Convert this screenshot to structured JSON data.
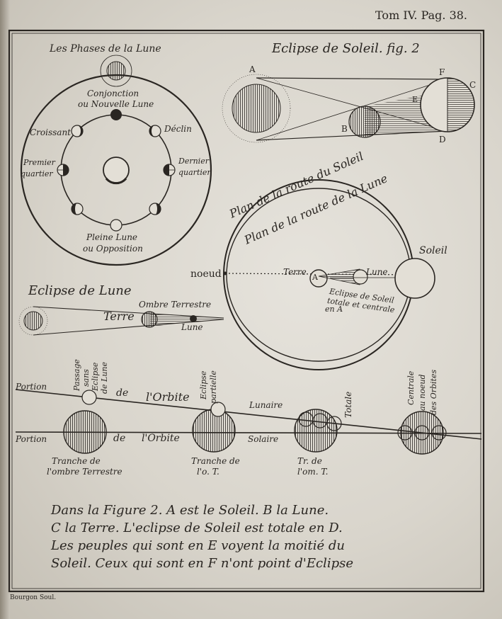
{
  "header": {
    "page_ref": "Tom IV. Pag. 38."
  },
  "phases": {
    "title": "Les Phases de la Lune",
    "conjunction_1": "Conjonction",
    "conjunction_2": "ou Nouvelle Lune",
    "croissant": "Croissant",
    "declin": "Déclin",
    "premier_1": "Premier",
    "premier_2": "quartier",
    "dernier_1": "Dernier",
    "dernier_2": "quartier",
    "pleine_1": "Pleine Lune",
    "pleine_2": "ou Opposition"
  },
  "solar_eclipse": {
    "title": "Eclipse de Soleil. fig. 2",
    "points": {
      "a": "A",
      "b": "B",
      "c": "C",
      "d": "D",
      "e": "E",
      "f": "F"
    }
  },
  "planes": {
    "soleil_route": "Plan de la route du Soleil",
    "lune_route": "Plan de la route de la Lune",
    "soleil": "Soleil",
    "noeud": "noeud",
    "terre": "Terre",
    "a": "A",
    "lune": "Lune",
    "note_1": "Eclipse de Soleil",
    "note_2": "totale et centrale",
    "note_3": "en A"
  },
  "lunar_eclipse": {
    "title": "Eclipse de Lune",
    "terre": "Terre",
    "ombre": "Ombre Terrestre",
    "lune": "Lune"
  },
  "orbits": {
    "portion_top": "Portion",
    "de_top": "de",
    "orbite_top": "l'Orbite",
    "lunaire": "Lunaire",
    "portion_bottom": "Portion",
    "de_bottom": "de",
    "orbite_bottom": "l'Orbite",
    "solaire": "Solaire",
    "passage_1": "Passage",
    "passage_2": "sans",
    "passage_3": "Eclipse",
    "passage_4": "de Lune",
    "partielle_1": "Eclipse",
    "partielle_2": "partielle",
    "totale": "Totale",
    "centrale_1": "Centrale",
    "centrale_2": "au noeud",
    "centrale_3": "des Orbites",
    "tranche1_1": "Tranche de",
    "tranche1_2": "l'ombre Terrestre",
    "tranche2_1": "Tranche de",
    "tranche2_2": "l'o. T.",
    "tranche3_1": "Tr. de",
    "tranche3_2": "l'om. T."
  },
  "caption": {
    "line1": "Dans la Figure 2. A est le Soleil. B la Lune.",
    "line2": "C la Terre. L'eclipse de Soleil est totale en D.",
    "line3": "Les peuples qui sont en E voyent la moitié du",
    "line4": "Soleil. Ceux qui sont en F n'ont point d'Eclipse"
  },
  "engraver": "Bourgon Soul."
}
